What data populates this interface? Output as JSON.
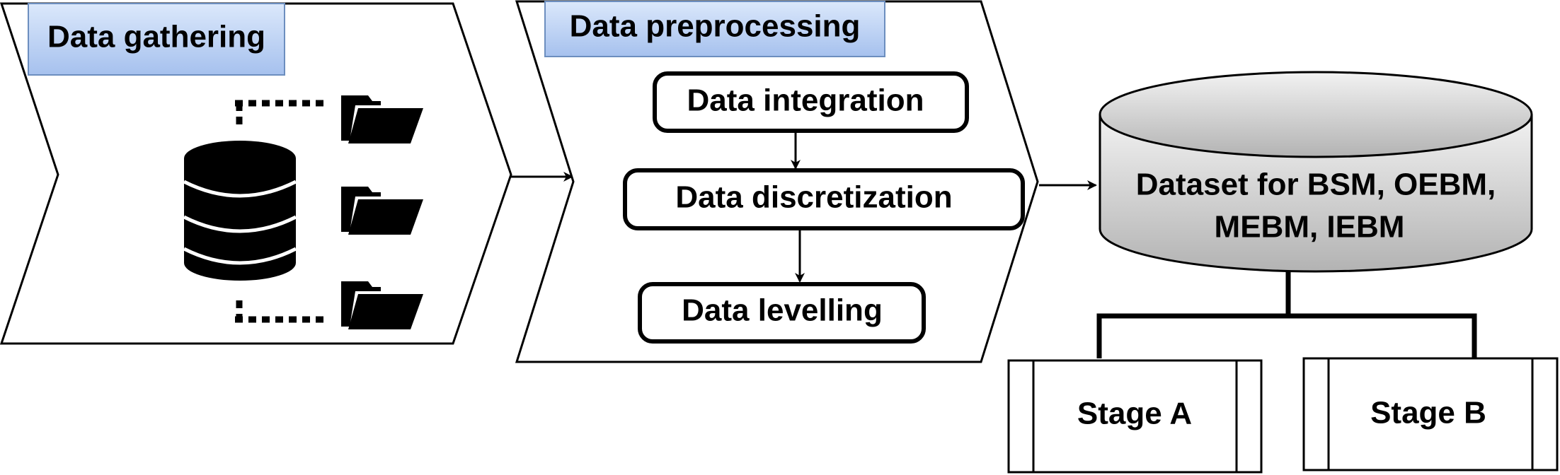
{
  "stages": {
    "gathering": {
      "title": "Data gathering"
    },
    "preprocessing": {
      "title": "Data preprocessing",
      "steps": [
        "Data integration",
        "Data discretization",
        "Data levelling"
      ]
    }
  },
  "dataset": {
    "line1": "Dataset for  BSM, OEBM,",
    "line2": "MEBM, IEBM"
  },
  "branches": {
    "stage_a": "Stage A",
    "stage_b": "Stage B"
  },
  "icons": {
    "database": "database-icon",
    "folder": "folder-icon"
  },
  "colors": {
    "stroke": "#000000",
    "tag_top": "#dbe8fb",
    "tag_bottom": "#a6c1ee",
    "tag_border": "#6c8ebf",
    "cyl_top": "#f2f2f2",
    "cyl_bottom": "#b3b3b3"
  }
}
